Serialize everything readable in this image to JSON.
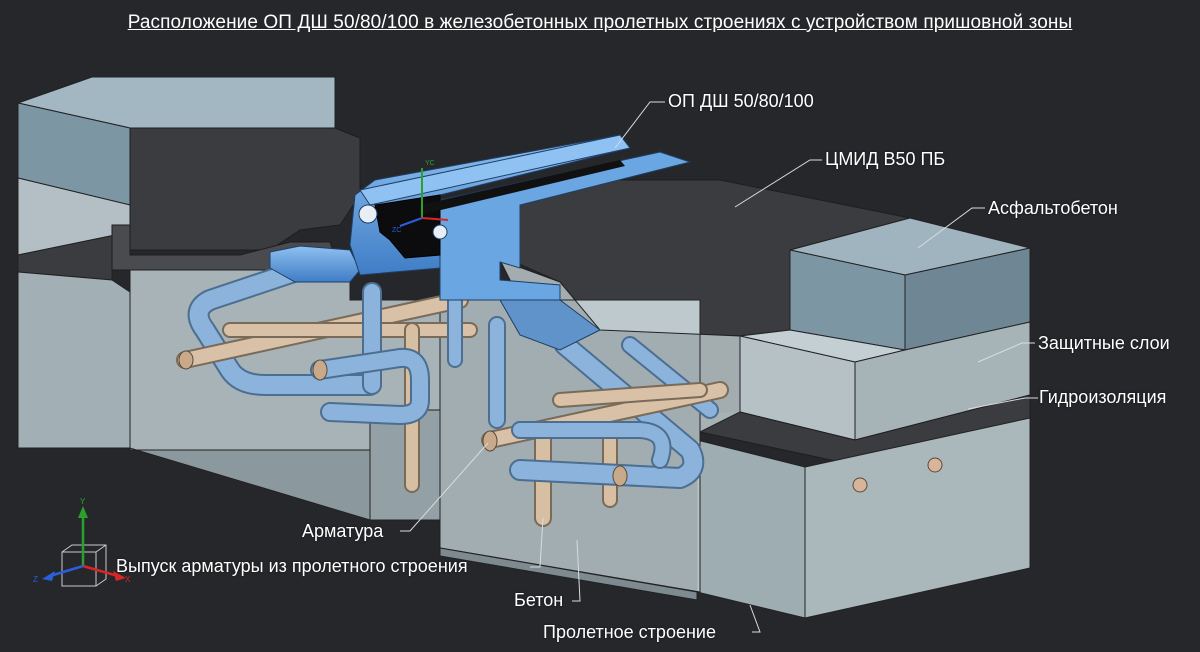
{
  "title": "Расположение ОП ДШ 50/80/100 в железобетонных пролетных строениях с устройством пришовной зоны",
  "labels": {
    "joint": "ОП ДШ 50/80/100",
    "cmid": "ЦМИД В50 ПБ",
    "asphalt": "Асфальтобетон",
    "protective": "Защитные слои",
    "waterproofing": "Гидроизоляция",
    "rebar": "Арматура",
    "rebar_outlet": "Выпуск арматуры из пролетного строения",
    "concrete": "Бетон",
    "span": "Пролетное строение"
  },
  "axes": {
    "y": "Y",
    "x": "X",
    "z": "Z",
    "yc": "YC",
    "zc": "ZC"
  },
  "colors": {
    "background": "#26272b",
    "asphalt": "#7e97a4",
    "protective": "#b8c4c8",
    "dark_layer": "#3a3b3e",
    "cmid": "#3b3c3f",
    "joint": "#5e9ad8",
    "rebar_blue": "#88aed8",
    "rebar_tan": "#d6bfa3",
    "concrete": "#a9b7bc"
  }
}
